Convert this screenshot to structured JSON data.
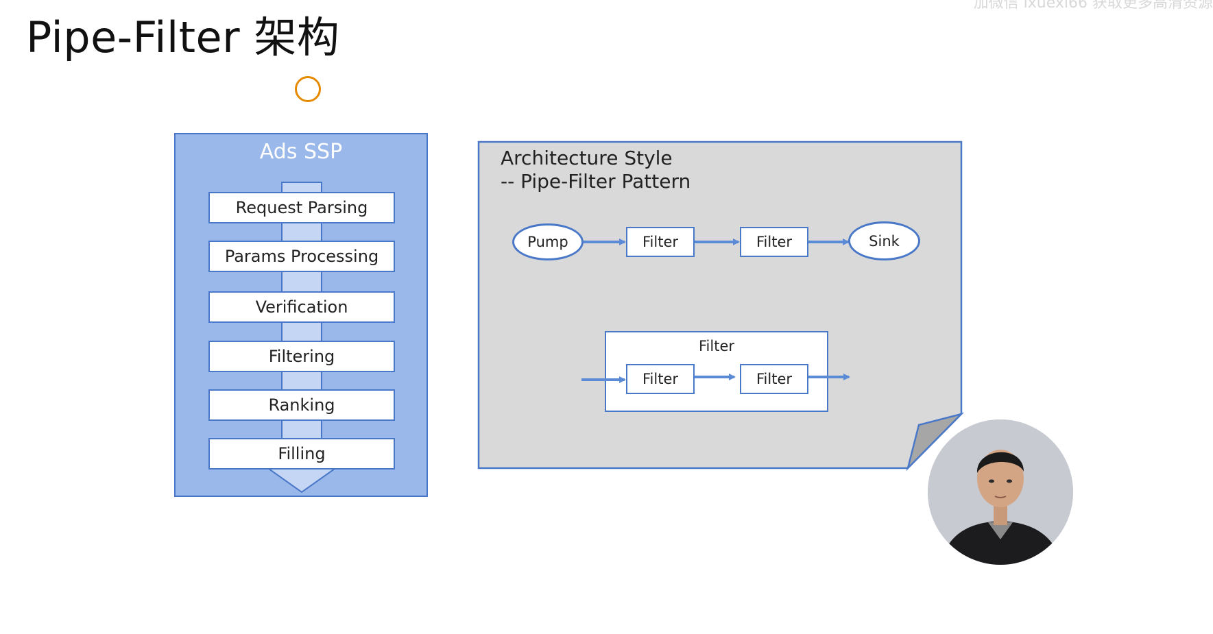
{
  "slide": {
    "title": "Pipe-Filter 架构",
    "watermark": "加微信 ixuexi66 获取更多高清资源"
  },
  "ssp": {
    "title": "Ads SSP",
    "steps": [
      "Request Parsing",
      "Params Processing",
      "Verification",
      "Filtering",
      "Ranking",
      "Filling"
    ]
  },
  "architecture": {
    "title_line1": "Architecture Style",
    "title_line2": "-- Pipe-Filter Pattern",
    "pipeline": {
      "pump": "Pump",
      "filter1": "Filter",
      "filter2": "Filter",
      "sink": "Sink"
    },
    "composite": {
      "label": "Filter",
      "inner_filter1": "Filter",
      "inner_filter2": "Filter"
    }
  },
  "colors": {
    "accent_blue": "#4a78c8",
    "panel_blue": "#9ab8ea",
    "arrow_blue": "#c5d6f5",
    "grey_panel": "#d9d9d9",
    "pointer_orange": "#e58a00"
  },
  "icons": {
    "pointer": "cursor-circle-icon",
    "presenter": "presenter-avatar"
  }
}
